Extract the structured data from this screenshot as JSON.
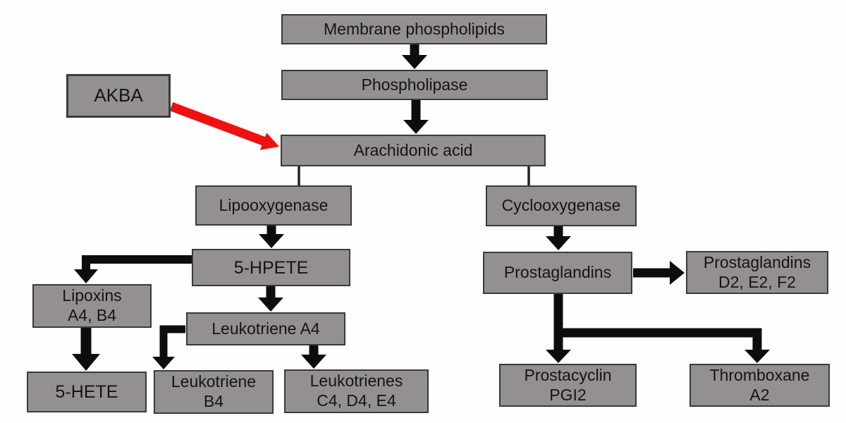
{
  "colors": {
    "background": "#fefefe",
    "box_fill": "#949092",
    "box_border": "#3a3a3a",
    "text": "#141414",
    "arrow": "#0d0d0d",
    "line": "#222222",
    "inhibitor": "#ee1111"
  },
  "nodes": {
    "membrane": {
      "label": "Membrane phospholipids"
    },
    "phospholipase": {
      "label": "Phospholipase"
    },
    "arachidonic": {
      "label": "Arachidonic acid"
    },
    "akba": {
      "label": "AKBA"
    },
    "lipooxygenase": {
      "label": "Lipooxygenase"
    },
    "hpete": {
      "label": "5-HPETE"
    },
    "lipoxins": {
      "label": "Lipoxins\nA4, B4"
    },
    "hete": {
      "label": "5-HETE"
    },
    "leukotriene_a4": {
      "label": "Leukotriene A4"
    },
    "leukotriene_b4": {
      "label": "Leukotriene\nB4"
    },
    "leukotrienes_cde": {
      "label": "Leukotrienes\nC4, D4, E4"
    },
    "cyclooxygenase": {
      "label": "Cyclooxygenase"
    },
    "prostaglandins": {
      "label": "Prostaglandins"
    },
    "prostaglandins_def": {
      "label": "Prostaglandins\nD2, E2, F2"
    },
    "prostacyclin": {
      "label": "Prostacyclin\nPGI2"
    },
    "thromboxane": {
      "label": "Thromboxane\nA2"
    }
  },
  "edges": [
    {
      "from": "Membrane phospholipids",
      "to": "Phospholipase",
      "style": "thick-black-arrow"
    },
    {
      "from": "Phospholipase",
      "to": "Arachidonic acid",
      "style": "thick-black-arrow"
    },
    {
      "from": "AKBA",
      "to": "Arachidonic acid",
      "style": "red-arrow"
    },
    {
      "from": "Arachidonic acid",
      "to": "Lipooxygenase",
      "style": "thin-line"
    },
    {
      "from": "Arachidonic acid",
      "to": "Cyclooxygenase",
      "style": "thin-line"
    },
    {
      "from": "Lipooxygenase",
      "to": "5-HPETE",
      "style": "thick-black-arrow"
    },
    {
      "from": "5-HPETE",
      "to": "Lipoxins A4, B4",
      "style": "thick-black-arrow"
    },
    {
      "from": "5-HPETE",
      "to": "Leukotriene A4",
      "style": "thick-black-arrow"
    },
    {
      "from": "Lipoxins A4, B4",
      "to": "5-HETE",
      "style": "thick-black-arrow"
    },
    {
      "from": "Leukotriene A4",
      "to": "Leukotriene B4",
      "style": "thick-black-arrow"
    },
    {
      "from": "Leukotriene A4",
      "to": "Leukotrienes C4, D4, E4",
      "style": "thick-black-arrow"
    },
    {
      "from": "Cyclooxygenase",
      "to": "Prostaglandins",
      "style": "thick-black-arrow"
    },
    {
      "from": "Prostaglandins",
      "to": "Prostaglandins D2, E2, F2",
      "style": "thick-black-arrow"
    },
    {
      "from": "Prostaglandins",
      "to": "Prostacyclin PGI2",
      "style": "thick-black-arrow"
    },
    {
      "from": "Prostaglandins",
      "to": "Thromboxane A2",
      "style": "thick-black-arrow"
    }
  ]
}
